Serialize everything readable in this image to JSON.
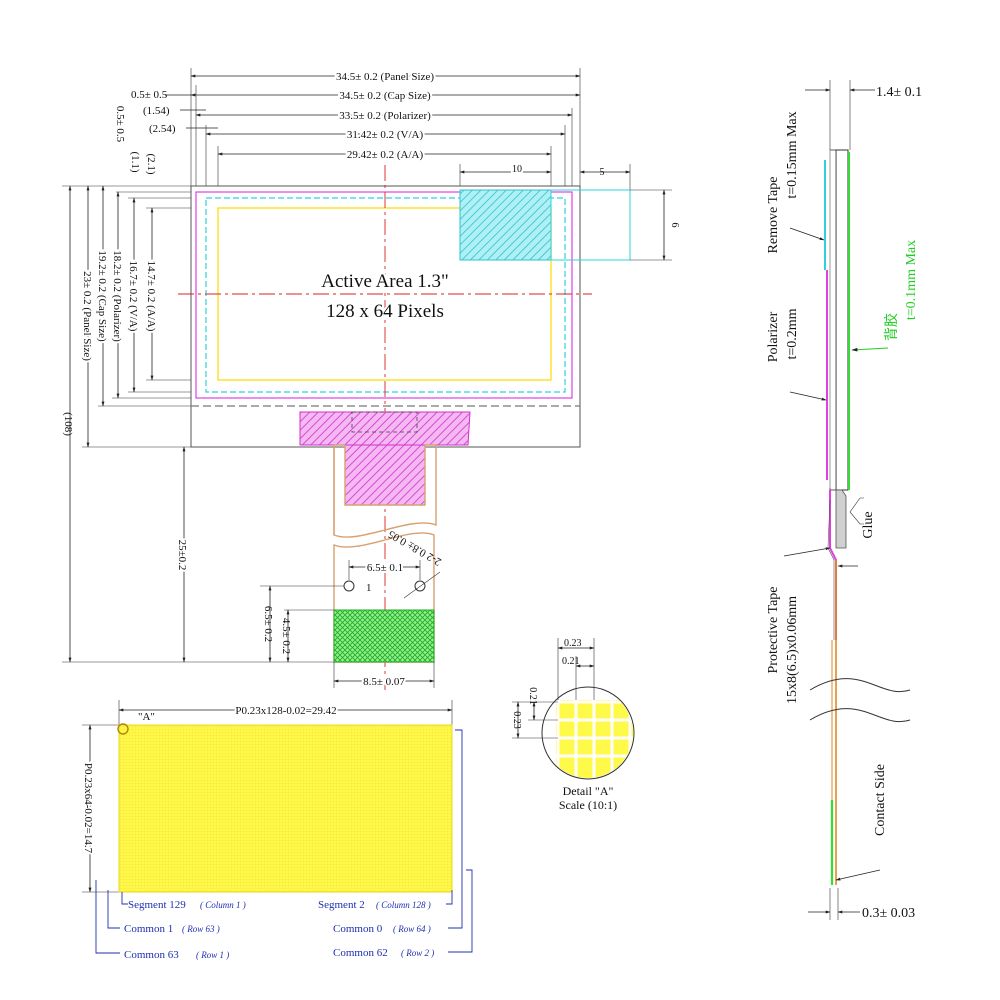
{
  "front_view": {
    "top_dims": {
      "panel": "34.5± 0.2 (Panel Size)",
      "cap": "34.5± 0.2 (Cap Size)",
      "polarizer": "33.5± 0.2 (Polarizer)",
      "va": "31.42± 0.2 (V/A)",
      "aa": "29.42± 0.2 (A/A)",
      "left_offset": "0.5± 0.5",
      "pol_offset": "(1.54)",
      "va_offset": "(2.54)",
      "ten": "10",
      "five": "5"
    },
    "left_dims": {
      "offset": "0.5± 0.5",
      "v1": "(1.1)",
      "v2": "(2.1)",
      "aa": "14.7± 0.2 (A/A)",
      "va": "16.7± 0.2 (V/A)",
      "pol": "18.2± 0.2 (Polarizer)",
      "cap": "19.2± 0.2 (Cap Size)",
      "panel": "23± 0.2 (Panel Size)",
      "total": "(108)"
    },
    "right_dim": "6",
    "active_area_line1": "Active Area 1.3\"",
    "active_area_line2": "128 x 64 Pixels",
    "fpc": {
      "length": "25±0.2",
      "pitch": "6.5± 0.1",
      "pin1": "1",
      "hole": "2-2 0.8± 0.05",
      "contact_h": "4.5± 0.2",
      "total_h": "6.5± 0.2",
      "contact_w": "8.5± 0.07"
    }
  },
  "pixel_map": {
    "width_label": "P0.23x128-0.02=29.42",
    "height_label": "P0.23x64-0.02=14.7",
    "detail_ref": "\"A\"",
    "segment_left": "Segment 129",
    "segment_left_sub": "( Column 1 )",
    "segment_right": "Segment 2",
    "segment_right_sub": "( Column 128 )",
    "common_left_1": "Common 1",
    "common_left_1_sub": "( Row 63 )",
    "common_left_2": "Common 63",
    "common_left_2_sub": "( Row 1 )",
    "common_right_1": "Common 0",
    "common_right_1_sub": "( Row 64 )",
    "common_right_2": "Common 62",
    "common_right_2_sub": "( Row 2 )"
  },
  "detail": {
    "d1": "0.23",
    "d2": "0.21",
    "d3": "0.21",
    "d4": "0.23",
    "title": "Detail \"A\"",
    "scale": "Scale (10:1)"
  },
  "side_view": {
    "top_dim": "1.4± 0.1",
    "remove_tape": "Remove Tape",
    "remove_tape_t": "t=0.15mm Max",
    "back_glue": "背胶",
    "back_glue_t": "t=0.1mm Max",
    "polarizer": "Polarizer",
    "polarizer_t": "t=0.2mm",
    "glue": "Glue",
    "protective_tape": "Protective Tape",
    "protective_tape_size": "15x8(6.5)x0.06mm",
    "contact_side": "Contact Side",
    "bottom_dim": "0.3± 0.03"
  },
  "colors": {
    "polarizer": "#e040e0",
    "va": "#ffee44",
    "cyan": "#30d0e0",
    "fpc": "#d9a070",
    "contact": "#44dd44",
    "pixel_fill": "#fff94a",
    "green_text": "#22cc22",
    "annotation_blue": "#1f2fb0",
    "center_line": "#dd2222"
  }
}
